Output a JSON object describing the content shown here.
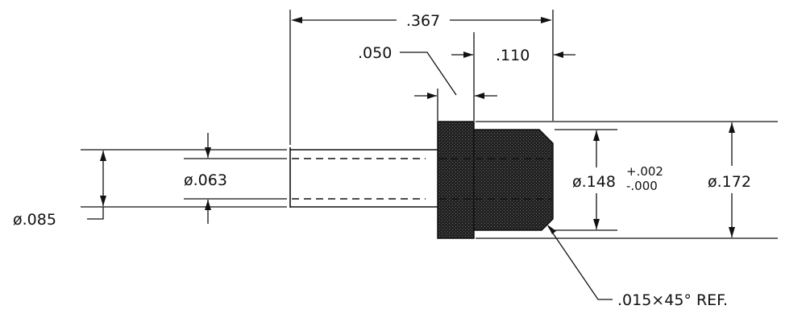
{
  "dimensions": {
    "overall_length": ".367",
    "flange_width": ".050",
    "shoulder_length": ".110",
    "bore_diameter": "ø.063",
    "tube_outer_diameter": "ø.085",
    "head_diameter": "ø.148",
    "head_tolerance_plus": "+.002",
    "head_tolerance_minus": "-.000",
    "flange_diameter": "ø.172",
    "chamfer": ".015×45° REF."
  },
  "colors": {
    "line": "#111111",
    "section_fill": "#2b2b2b",
    "background": "#ffffff"
  }
}
